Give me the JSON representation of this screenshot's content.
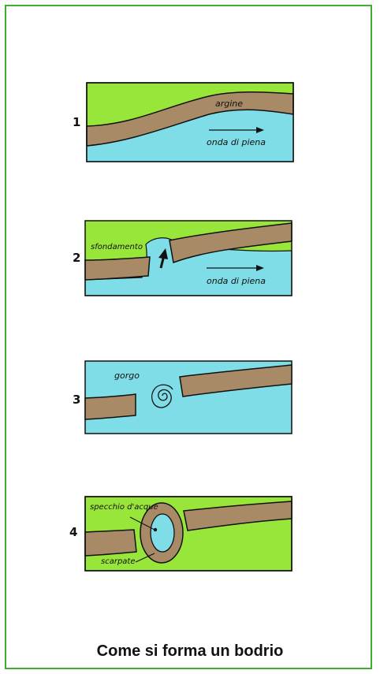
{
  "colors": {
    "land": "#99e63b",
    "water": "#7fdde8",
    "bank": "#a88a66",
    "frame": "#3cb02a",
    "ink": "#111111"
  },
  "panels": [
    {
      "number": "1",
      "labels": {
        "bank": "argine",
        "flood": "onda di piena"
      }
    },
    {
      "number": "2",
      "labels": {
        "breach": "sfondamento",
        "flood": "onda di piena"
      }
    },
    {
      "number": "3",
      "labels": {
        "whirlpool": "gorgo"
      }
    },
    {
      "number": "4",
      "labels": {
        "pond": "specchio d'acque",
        "slope": "scarpate"
      }
    }
  ],
  "caption": "Come si forma un bodrio"
}
